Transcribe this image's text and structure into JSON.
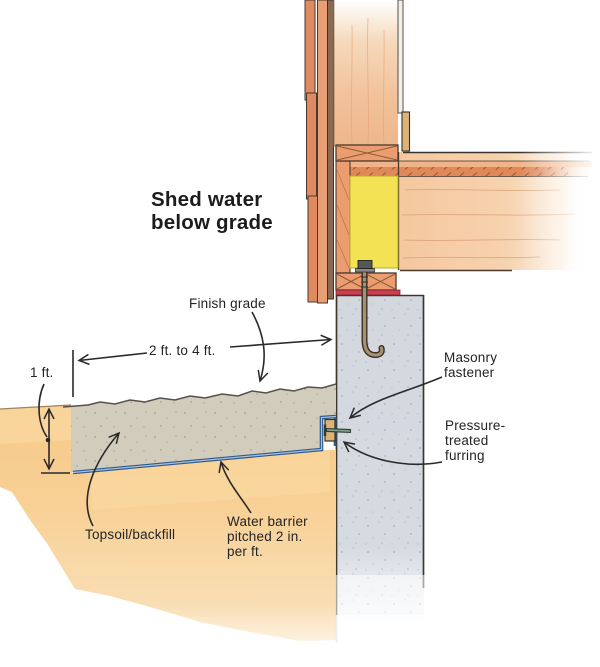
{
  "diagram": {
    "title": {
      "line1": "Shed water",
      "line2": "below grade"
    },
    "labels": {
      "finish_grade": "Finish grade",
      "width_dimension": "2 ft. to 4 ft.",
      "depth_dimension": "1 ft.",
      "masonry_fastener": {
        "line1": "Masonry",
        "line2": "fastener"
      },
      "pressure_treated_furring": {
        "line1": "Pressure-",
        "line2": "treated",
        "line3": "furring"
      },
      "topsoil_backfill": "Topsoil/backfill",
      "water_barrier": {
        "line1": "Water barrier",
        "line2": "pitched 2 in.",
        "line3": "per ft."
      }
    },
    "colors": {
      "siding": "#df8a60",
      "siding_inner": "#e99f76",
      "framing_wood": "#ec9d6f",
      "joist_wood": "#f5c89f",
      "insulation": "#f3e253",
      "concrete": "#d3d7de",
      "topsoil": "#d2ccbc",
      "subsoil": "#f7cd8c",
      "sill_seal": "#c84050",
      "furring_wood": "#dcb377",
      "water_barrier": "#2e5a8e",
      "line": "#2a2a2a"
    }
  }
}
